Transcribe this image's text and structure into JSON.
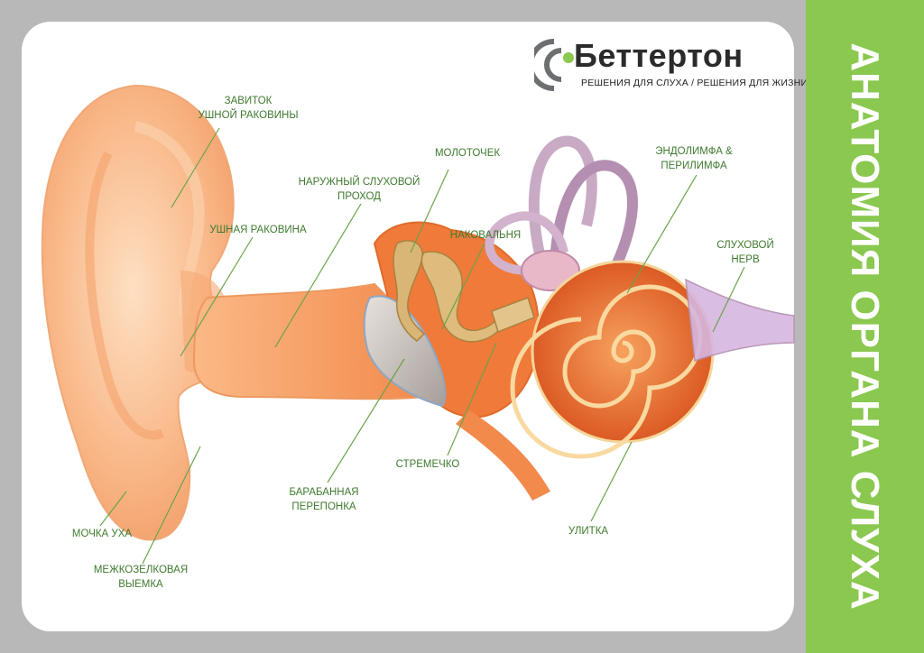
{
  "brand": {
    "name": "Беттертон",
    "tagline": "РЕШЕНИЯ ДЛЯ СЛУХА / РЕШЕНИЯ ДЛЯ ЖИЗНИ",
    "accent_color": "#8ac850",
    "icon": "sound-wave-logo-icon"
  },
  "sidebar": {
    "title": "АНАТОМИЯ ОРГАНА СЛУХА",
    "color": "#8ac850"
  },
  "labels": {
    "helix": "ЗАВИТОК\nУШНОЙ РАКОВИНЫ",
    "auricle": "УШНАЯ РАКОВИНА",
    "ear_canal": "НАРУЖНЫЙ СЛУХОВОЙ\nПРОХОД",
    "malleus": "МОЛОТОЧЕК",
    "incus": "НАКОВАЛЬНЯ",
    "endolymph": "ЭНДОЛИМФА &\nПЕРИЛИМФА",
    "auditory_nerve": "СЛУХОВОЙ\nНЕРВ",
    "stapes": "СТРЕМЕЧКО",
    "eardrum": "БАРАБАННАЯ\nПЕРЕПОНКА",
    "cochlea": "УЛИТКА",
    "earlobe": "МОЧКА УХА",
    "intertragic_notch": "МЕЖКОЗЕЛКОВАЯ\nВЫЕМКА"
  },
  "colors": {
    "label_text": "#3e7a2e",
    "leader_line": "#6aa348",
    "logo_gray": "#6d6e71"
  }
}
